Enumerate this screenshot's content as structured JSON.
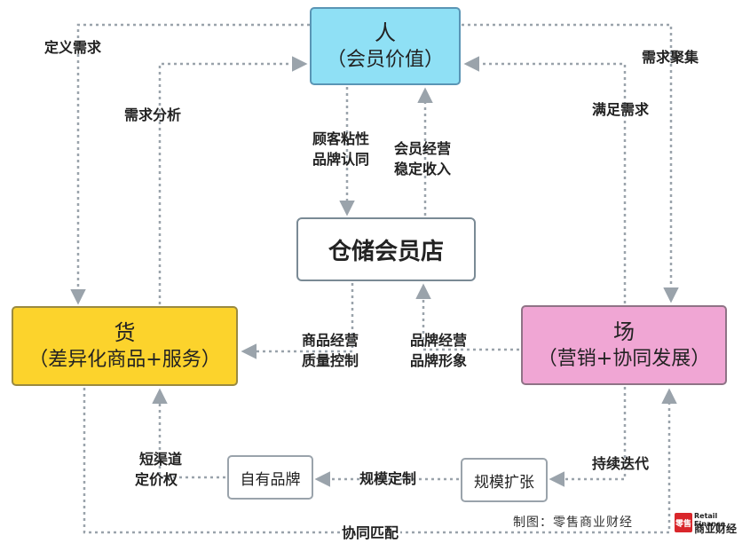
{
  "nodes": {
    "person": {
      "title": "人",
      "subtitle": "（会员价值）"
    },
    "store": {
      "title": "仓储会员店"
    },
    "goods": {
      "title": "货",
      "subtitle": "（差异化商品+服务）"
    },
    "venue": {
      "title": "场",
      "subtitle": "（营销+协同发展）"
    },
    "own_brand": {
      "title": "自有品牌"
    },
    "scale_expand": {
      "title": "规模扩张"
    }
  },
  "edge_labels": {
    "define_needs": "定义需求",
    "needs_analysis": "需求分析",
    "needs_aggregation": "需求聚集",
    "meet_needs": "满足需求",
    "loyalty_line1": "顾客粘性",
    "loyalty_line2": "品牌认同",
    "income_line1": "会员经营",
    "income_line2": "稳定收入",
    "goods_ops_line1": "商品经营",
    "goods_ops_line2": "质量控制",
    "brand_ops_line1": "品牌经营",
    "brand_ops_line2": "品牌形象",
    "channel_line1": "短渠道",
    "channel_line2": "定价权",
    "scale_custom": "规模定制",
    "iteration": "持续迭代",
    "synergy": "协同匹配"
  },
  "footer": {
    "credit": "制图：零售商业财经",
    "logo_mark": "零售",
    "logo_en": "Retail Finance",
    "logo_zh": "商业财经"
  },
  "colors": {
    "person": "#8fe0f5",
    "goods": "#fcd32c",
    "venue": "#f0a6d4",
    "edge": "#9aa3ab",
    "logo": "#d9262b"
  }
}
